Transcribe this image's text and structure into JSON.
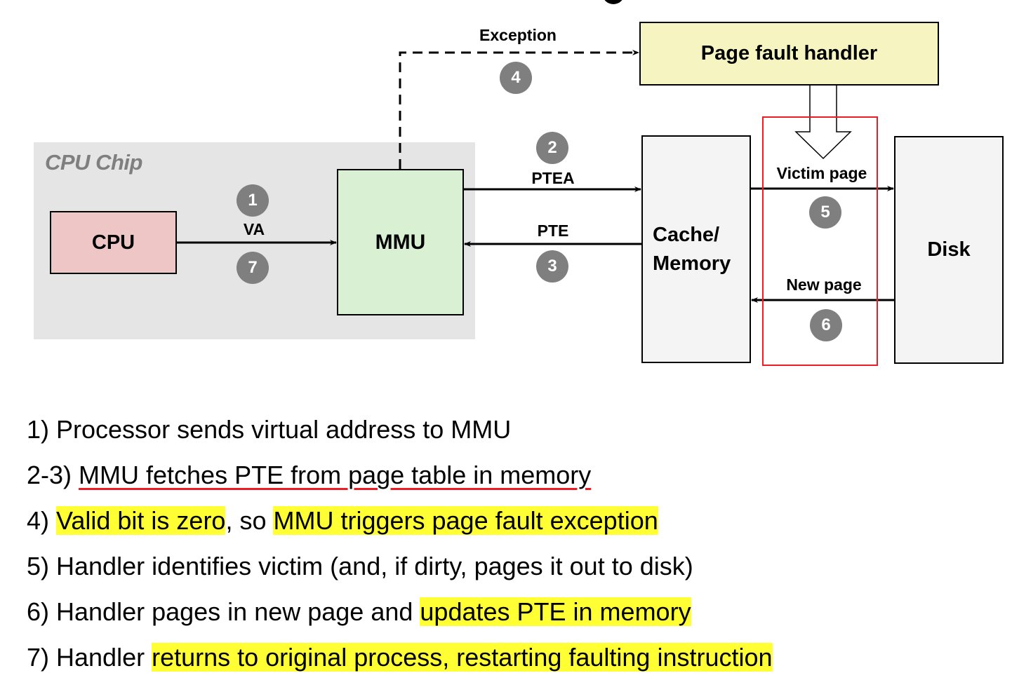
{
  "diagram": {
    "chip": {
      "label": "CPU Chip"
    },
    "components": {
      "cpu": "CPU",
      "mmu": "MMU",
      "memory_line1": "Cache/",
      "memory_line2": "Memory",
      "disk": "Disk",
      "page_fault_handler": "Page fault handler"
    },
    "edges": {
      "va": "VA",
      "ptea": "PTEA",
      "pte": "PTE",
      "exception": "Exception",
      "victim_page": "Victim page",
      "new_page": "New page"
    },
    "badges": {
      "b1": "1",
      "b2": "2",
      "b3": "3",
      "b4": "4",
      "b5": "5",
      "b6": "6",
      "b7": "7"
    },
    "colors": {
      "cpu_fill": "#efc6c6",
      "mmu_fill": "#d9f0d3",
      "memory_fill": "#f4f4f4",
      "handler_fill": "#f6f5c1",
      "chip_fill": "#e5e5e5",
      "badge_fill": "#7f7f7f",
      "highlight_box": "#ec1c24"
    }
  },
  "steps": [
    {
      "prefix": "1) ",
      "parts": [
        {
          "text": "Processor sends virtual address to MMU",
          "style": "plain"
        }
      ]
    },
    {
      "prefix": "2-3) ",
      "parts": [
        {
          "text": "MMU fetches PTE from page table in memory",
          "style": "underline"
        }
      ]
    },
    {
      "prefix": "4) ",
      "parts": [
        {
          "text": "Valid bit is zero",
          "style": "highlight"
        },
        {
          "text": ", so ",
          "style": "plain"
        },
        {
          "text": "MMU triggers page fault exception",
          "style": "highlight"
        }
      ]
    },
    {
      "prefix": "5) ",
      "parts": [
        {
          "text": "Handler identifies victim (and, if dirty, pages it out to disk)",
          "style": "plain"
        }
      ]
    },
    {
      "prefix": "6) ",
      "parts": [
        {
          "text": "Handler pages in new page and ",
          "style": "plain"
        },
        {
          "text": "updates PTE in memory",
          "style": "highlight"
        }
      ]
    },
    {
      "prefix": "7) ",
      "parts": [
        {
          "text": "Handler ",
          "style": "plain"
        },
        {
          "text": "returns to original process, restarting faulting instruction",
          "style": "highlight"
        }
      ]
    }
  ],
  "highlight_color": "#ffff33",
  "underline_color": "#ec1c24"
}
